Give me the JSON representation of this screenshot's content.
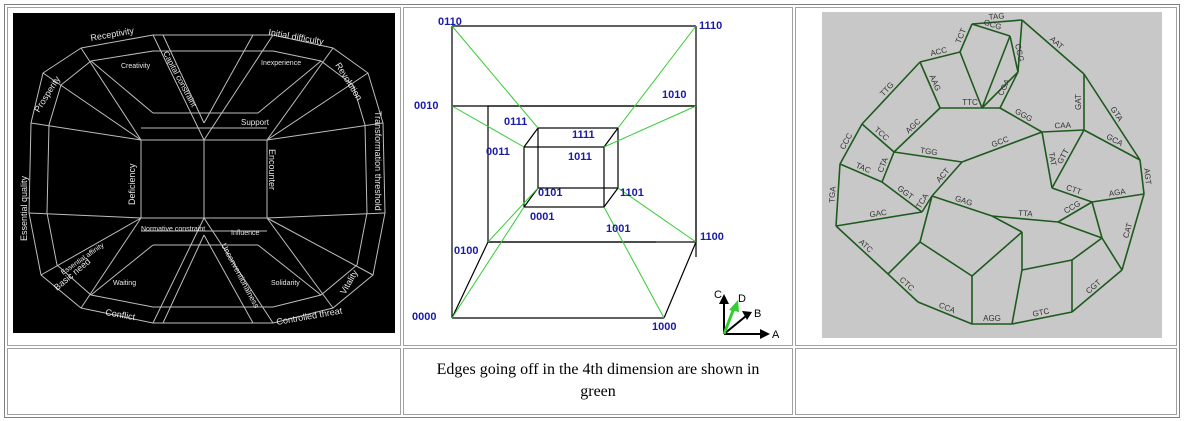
{
  "panel1": {
    "labels": {
      "receptivity": "Receptivity",
      "initial_difficulty": "Initial difficulty",
      "prosperity": "Prosperity",
      "revolution": "Revolution",
      "essential_quality": "Essential quality",
      "transformation_threshold": "Transformation threshold",
      "deficiency": "Deficiency",
      "encounter": "Encounter",
      "basic_need": "Basic need",
      "vitality": "Vitality",
      "conflict": "Conflict",
      "controlled_threat": "Controlled threat",
      "creativity": "Creativity",
      "inexperience": "Inexperience",
      "support": "Support",
      "influence": "Influence",
      "waiting": "Waiting",
      "solidarity": "Solidarity",
      "essential_affinity": "Essential affinity",
      "normative_constraint": "Normative constraint",
      "unconventionalness": "Unconventionalness",
      "capital_constraint": "Capital constraint"
    }
  },
  "panel2": {
    "vertices": {
      "v0110": "0110",
      "v1110": "1110",
      "v0010": "0010",
      "v1010": "1010",
      "v0111": "0111",
      "v1111": "1111",
      "v0011": "0011",
      "v1011": "1011",
      "v0101": "0101",
      "v1101": "1101",
      "v0001": "0001",
      "v1001": "1001",
      "v0100": "0100",
      "v1100": "1100",
      "v0000": "0000",
      "v1000": "1000"
    },
    "axes": {
      "a": "A",
      "b": "B",
      "c": "C",
      "d": "D"
    },
    "colors": {
      "vertex_label": "#1a1aa8",
      "edge": "#000000",
      "edge_4d": "#33cc33"
    }
  },
  "panel3": {
    "codons": [
      "TAG",
      "AAT",
      "GTA",
      "AGT",
      "CAT",
      "CGT",
      "GTC",
      "AGG",
      "CCA",
      "CTC",
      "ATC",
      "TGA",
      "CCC",
      "TTG",
      "ACC",
      "TCT",
      "GCG",
      "CGG",
      "CGA",
      "TTC",
      "AAG",
      "GGG",
      "CAA",
      "GAT",
      "GCA",
      "AGC",
      "TCC",
      "CTA",
      "TAC",
      "GGT",
      "GAC",
      "TCA",
      "ACT",
      "TGG",
      "GCC",
      "TAT",
      "GTT",
      "CTT",
      "AGA",
      "CCG",
      "TTA",
      "GAG"
    ],
    "colors": {
      "background": "#c8c8c8",
      "edge": "#1e5a1e"
    }
  },
  "caption": {
    "text": "Edges going off in the 4th dimension are shown in green"
  }
}
